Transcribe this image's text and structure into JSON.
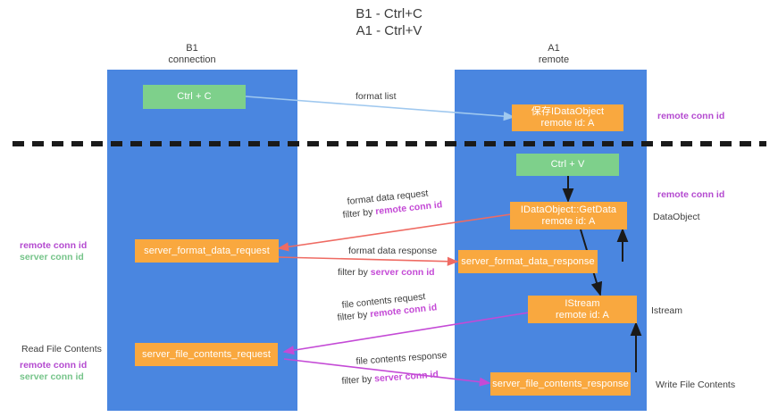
{
  "title": "B1 - Ctrl+C\nA1 - Ctrl+V",
  "colors": {
    "lane": "#4a86e0",
    "green": "#7ed08b",
    "orange": "#f9a83f",
    "remote_conn": "#b44ad0",
    "server_conn": "#76c48a",
    "arrow_blue": "#9fc8ef",
    "arrow_red": "#ef6b63",
    "arrow_magenta": "#c44ad6",
    "arrow_black": "#1a1a1a",
    "divider": "#1a1a1a"
  },
  "columns": [
    {
      "id": "b1",
      "header": "B1\nconnection"
    },
    {
      "id": "a1",
      "header": "A1\nremote"
    }
  ],
  "nodes": [
    {
      "id": "ctrl-c",
      "label": "Ctrl + C",
      "sub": "",
      "style": "green"
    },
    {
      "id": "store-idataobject",
      "label": "保存IDataObject",
      "sub": "remote id: A",
      "style": "orange"
    },
    {
      "id": "ctrl-v",
      "label": "Ctrl + V",
      "sub": "",
      "style": "green"
    },
    {
      "id": "idataobject-getdata",
      "label": "IDataObject::GetData",
      "sub": "remote id: A",
      "style": "orange"
    },
    {
      "id": "server-format-data-request",
      "label": "server_format_data_request",
      "sub": "",
      "style": "orange"
    },
    {
      "id": "server-format-data-response",
      "label": "server_format_data_response",
      "sub": "",
      "style": "orange"
    },
    {
      "id": "istream",
      "label": "IStream",
      "sub": "remote id: A",
      "style": "orange"
    },
    {
      "id": "server-file-contents-request",
      "label": "server_file_contents_request",
      "sub": "",
      "style": "orange"
    },
    {
      "id": "server-file-contents-response",
      "label": "server_file_contents_response",
      "sub": "",
      "style": "orange"
    }
  ],
  "edge_labels": {
    "format_list": "format list",
    "format_data_request": "format data request",
    "format_data_request_filter_prefix": "filter by ",
    "format_data_request_filter_key": "remote conn id",
    "format_data_response": "format data response",
    "format_data_response_filter_prefix": "filter by ",
    "format_data_response_filter_key": "server conn id",
    "file_contents_request": "file contents request",
    "file_contents_request_filter_prefix": "filter by ",
    "file_contents_request_filter_key": "remote conn id",
    "file_contents_response": "file contents response",
    "file_contents_response_filter_prefix": "filter by ",
    "file_contents_response_filter_key": "server conn id"
  },
  "left_labels": [
    {
      "id": "left-remote-conn-1",
      "text": "remote conn id",
      "kind": "remote"
    },
    {
      "id": "left-server-conn-1",
      "text": "server conn id",
      "kind": "server"
    },
    {
      "id": "left-read-file-contents",
      "text": "Read File Contents",
      "kind": "plain"
    },
    {
      "id": "left-remote-conn-2",
      "text": "remote conn id",
      "kind": "remote"
    },
    {
      "id": "left-server-conn-2",
      "text": "server conn id",
      "kind": "server"
    }
  ],
  "right_labels": [
    {
      "id": "right-remote-conn-1",
      "text": "remote conn id",
      "kind": "remote"
    },
    {
      "id": "right-remote-conn-2",
      "text": "remote conn id",
      "kind": "remote"
    },
    {
      "id": "right-dataobject",
      "text": "DataObject",
      "kind": "plain"
    },
    {
      "id": "right-istream",
      "text": "Istream",
      "kind": "plain"
    },
    {
      "id": "right-write-file-contents",
      "text": "Write File Contents",
      "kind": "plain"
    }
  ]
}
